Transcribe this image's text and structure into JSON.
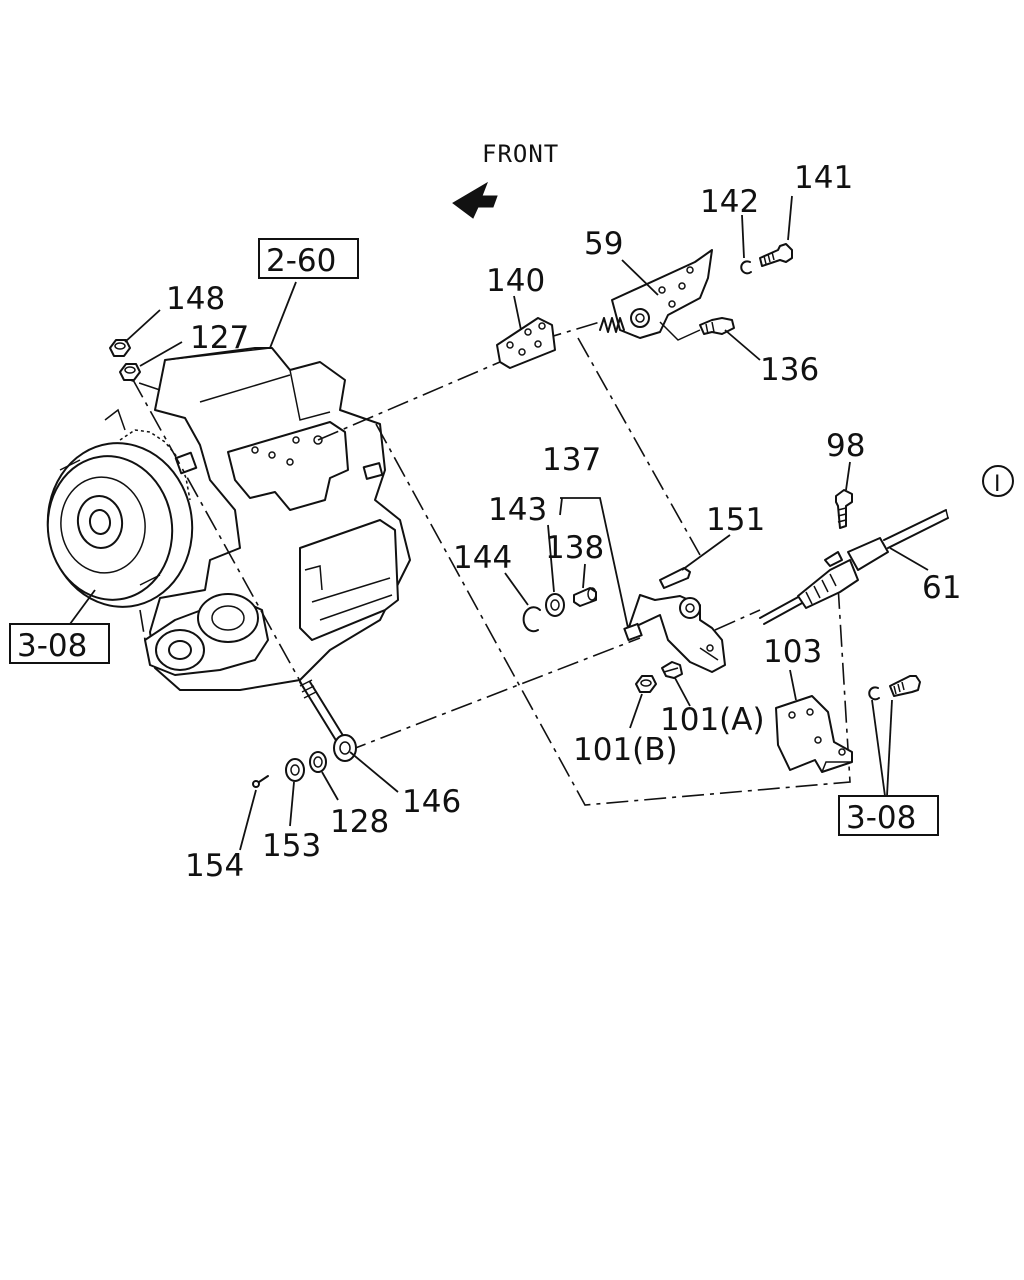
{
  "front_label": "FRONT",
  "ref_boxes": {
    "top": "2-60",
    "left": "3-08",
    "bottom_right": "3-08"
  },
  "circle_ref": "I",
  "callouts": {
    "c141": "141",
    "c142": "142",
    "c59": "59",
    "c140": "140",
    "c148": "148",
    "c127": "127",
    "c136": "136",
    "c98": "98",
    "c137": "137",
    "c143": "143",
    "c138": "138",
    "c151": "151",
    "c144": "144",
    "c61": "61",
    "c103": "103",
    "c101a": "101(A)",
    "c101b": "101(B)",
    "c146": "146",
    "c128": "128",
    "c153": "153",
    "c154": "154"
  }
}
